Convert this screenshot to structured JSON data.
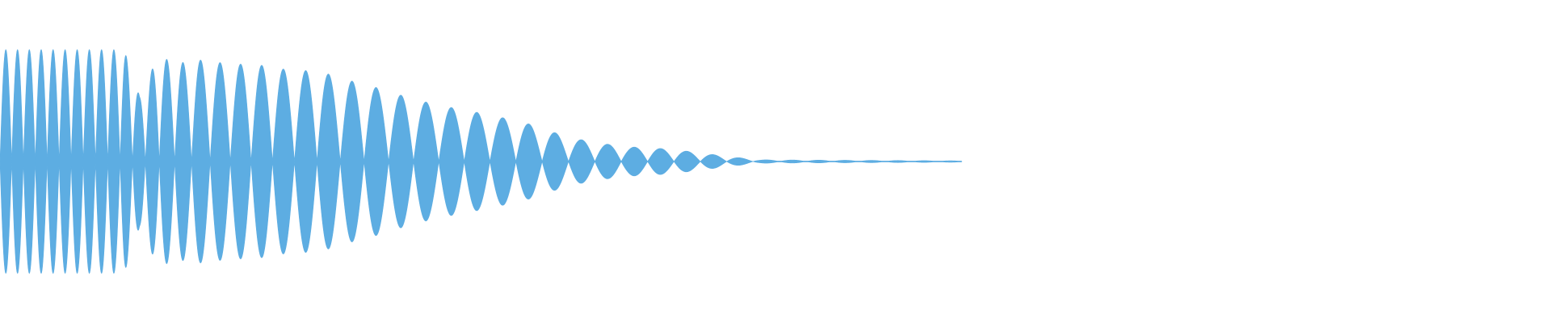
{
  "waveform": {
    "color": "#5dade2",
    "background": "#ffffff",
    "peak_fraction": 0.7,
    "envelope": [
      {
        "t": 0.0,
        "a": 0.99
      },
      {
        "t": 0.08,
        "a": 0.99
      },
      {
        "t": 0.09,
        "a": 0.58
      },
      {
        "t": 0.102,
        "a": 0.93
      },
      {
        "t": 0.115,
        "a": 0.87
      },
      {
        "t": 0.128,
        "a": 0.9
      },
      {
        "t": 0.145,
        "a": 0.87
      },
      {
        "t": 0.17,
        "a": 0.85
      },
      {
        "t": 0.19,
        "a": 0.8
      },
      {
        "t": 0.205,
        "a": 0.81
      },
      {
        "t": 0.22,
        "a": 0.73
      },
      {
        "t": 0.235,
        "a": 0.69
      },
      {
        "t": 0.25,
        "a": 0.62
      },
      {
        "t": 0.268,
        "a": 0.55
      },
      {
        "t": 0.285,
        "a": 0.49
      },
      {
        "t": 0.3,
        "a": 0.46
      },
      {
        "t": 0.318,
        "a": 0.4
      },
      {
        "t": 0.333,
        "a": 0.37
      },
      {
        "t": 0.35,
        "a": 0.29
      },
      {
        "t": 0.368,
        "a": 0.21
      },
      {
        "t": 0.388,
        "a": 0.16
      },
      {
        "t": 0.405,
        "a": 0.13
      },
      {
        "t": 0.422,
        "a": 0.12
      },
      {
        "t": 0.438,
        "a": 0.1
      },
      {
        "t": 0.455,
        "a": 0.07
      },
      {
        "t": 0.472,
        "a": 0.04
      },
      {
        "t": 0.49,
        "a": 0.015
      },
      {
        "t": 0.53,
        "a": 0.012
      },
      {
        "t": 0.58,
        "a": 0.009
      },
      {
        "t": 0.62,
        "a": 0.006
      }
    ],
    "lobe_period": [
      {
        "t": 0.0,
        "p": 0.0075
      },
      {
        "t": 0.08,
        "p": 0.008
      },
      {
        "t": 0.09,
        "p": 0.0082
      },
      {
        "t": 0.14,
        "p": 0.013
      },
      {
        "t": 0.25,
        "p": 0.016
      },
      {
        "t": 0.35,
        "p": 0.017
      },
      {
        "t": 0.49,
        "p": 0.017
      },
      {
        "t": 0.62,
        "p": 0.017
      }
    ]
  }
}
